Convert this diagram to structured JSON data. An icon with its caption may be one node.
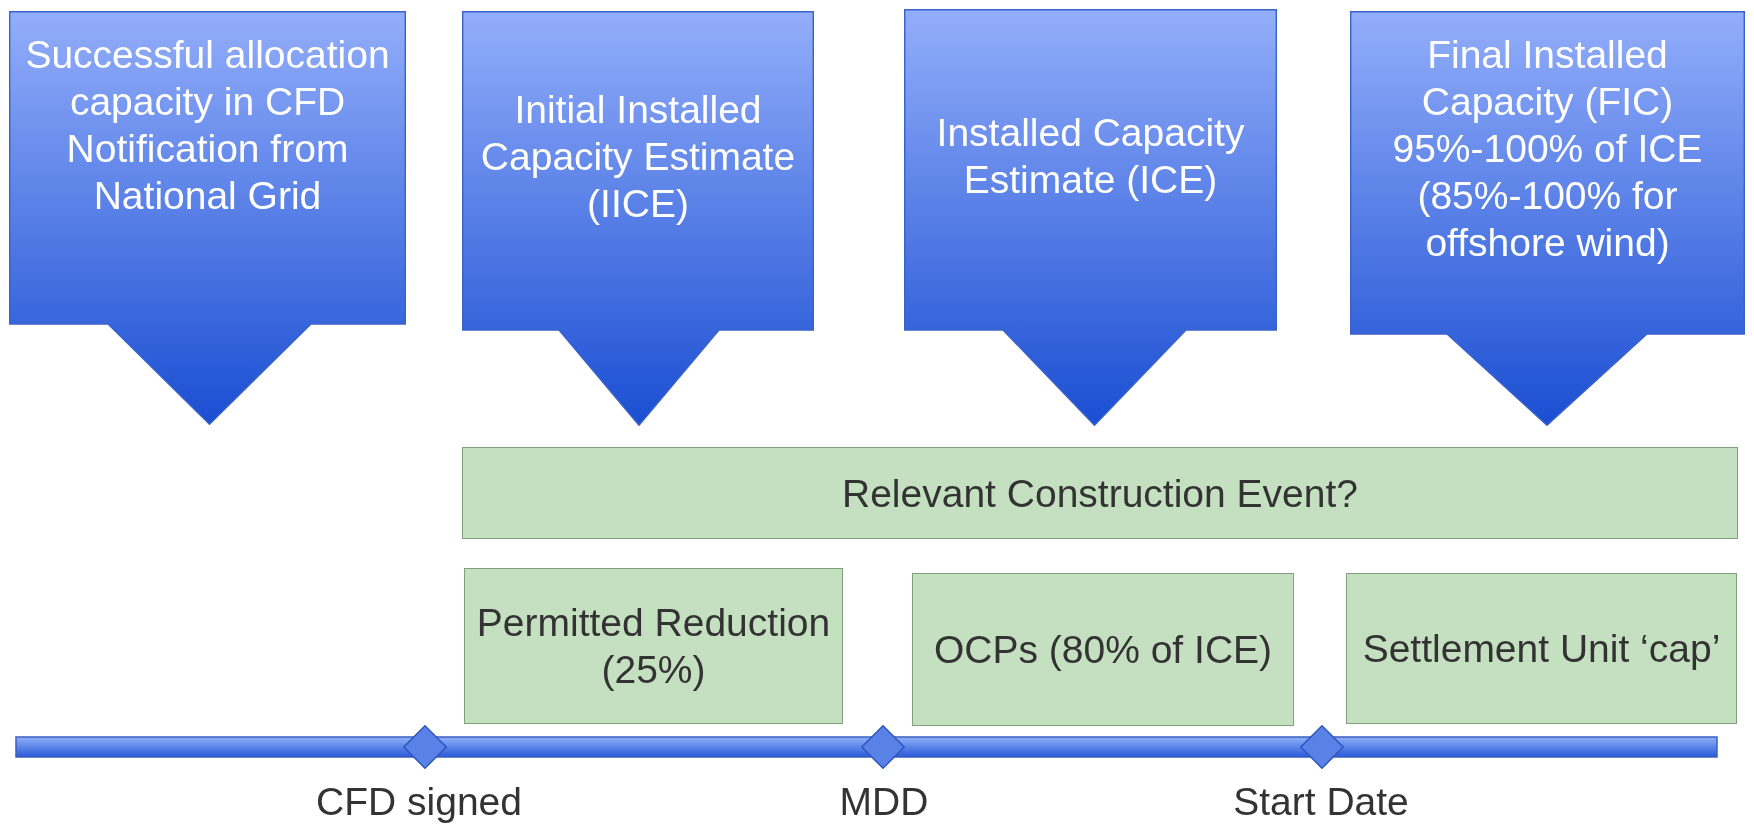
{
  "diagram": {
    "nodes": [
      {
        "text": [
          "Successful allocation capacity in CFD Notification from National Grid"
        ]
      },
      {
        "text": [
          "Initial Installed Capacity Estimate (IICE)"
        ]
      },
      {
        "text": [
          "Installed Capacity Estimate (ICE)"
        ]
      },
      {
        "text": [
          "Final Installed Capacity (FIC) 95%-100% of ICE (85%-100% for offshore wind)"
        ]
      },
      {
        "text": [
          "Relevant Construction Event?"
        ]
      },
      {
        "text": [
          "Permitted Reduction (25%)"
        ]
      },
      {
        "text": [
          "OCPs (80% of ICE)"
        ]
      },
      {
        "text": [
          "Settlement Unit ‘cap’"
        ]
      }
    ],
    "edges": [],
    "labels": [
      "CFD signed",
      "MDD",
      "Start Date"
    ]
  }
}
